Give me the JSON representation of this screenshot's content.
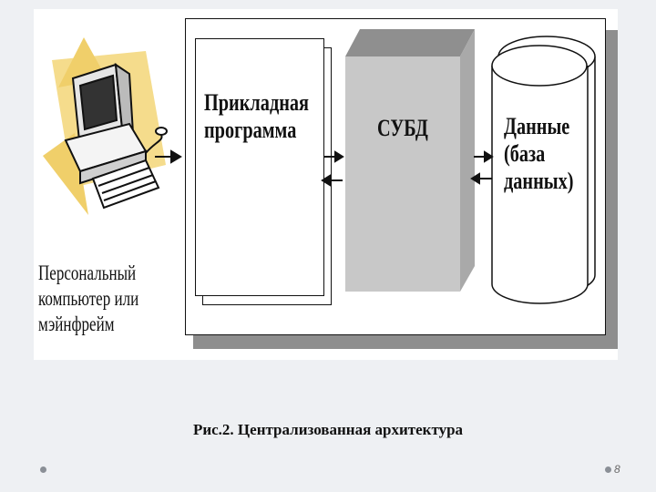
{
  "diagram": {
    "application_label": "Прикладная\nпрограмма",
    "dbms_label": "СУБД",
    "data_label": "Данные\n(база\nданных)",
    "pc_label": "Персональный\nкомпьютер или\nмэйнфрейм"
  },
  "caption": "Рис.2. Централизованная архитектура",
  "page_number": "8",
  "colors": {
    "background": "#eef0f3",
    "dbms_fill": "#c8c8c8",
    "dbms_top": "#8f8f8f",
    "shadow": "#8e8e8e",
    "monitor_backdrop": "#f5dc8c"
  }
}
